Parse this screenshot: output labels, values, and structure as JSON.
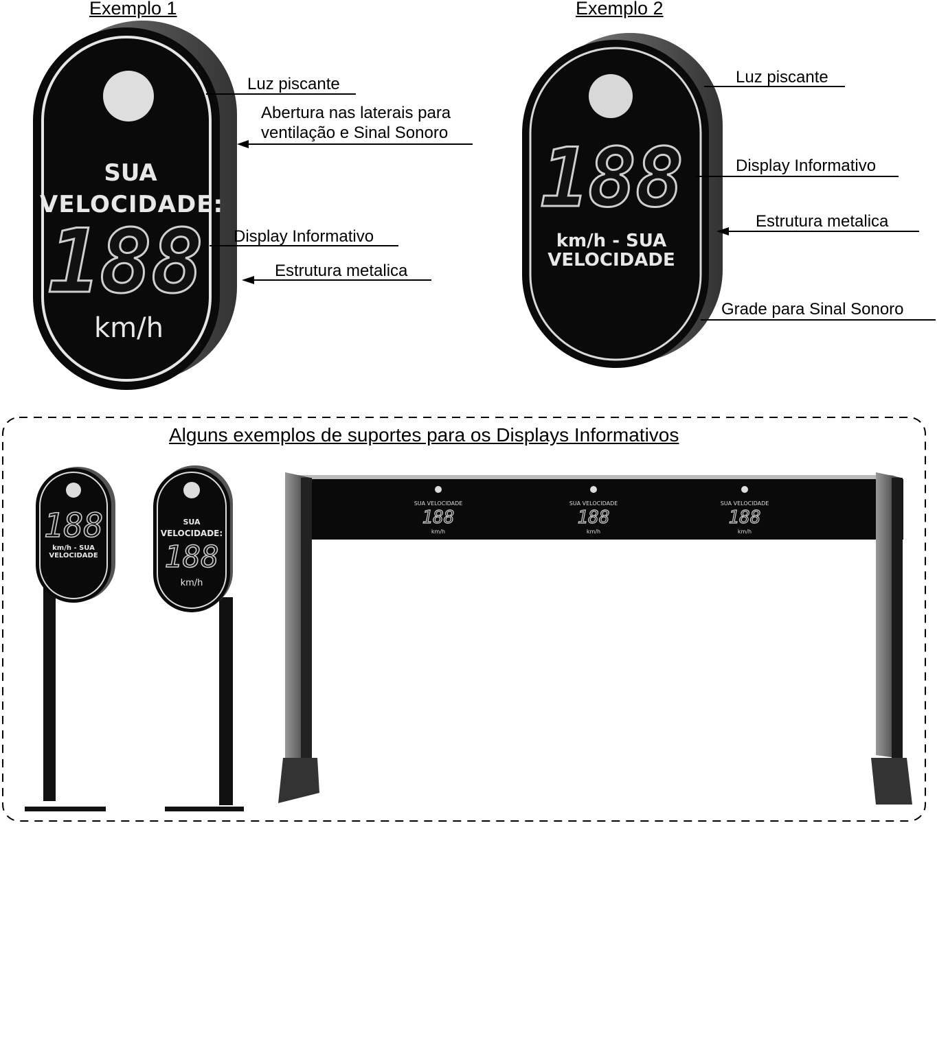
{
  "example1": {
    "title": "Exemplo 1",
    "sign_line1": "SUA",
    "sign_line2": "VELOCIDADE:",
    "digits": "188",
    "unit": "km/h",
    "labels": {
      "luz": "Luz piscante",
      "abertura_line1": "Abertura nas laterais para",
      "abertura_line2": "ventilação e Sinal Sonoro",
      "display": "Display Informativo",
      "estrutura": "Estrutura metalica"
    }
  },
  "example2": {
    "title": "Exemplo 2",
    "digits": "188",
    "sign_line1": "km/h - SUA",
    "sign_line2": "VELOCIDADE",
    "labels": {
      "luz": "Luz piscante",
      "display": "Display Informativo",
      "estrutura": "Estrutura metalica",
      "grade": "Grade para Sinal Sonoro"
    }
  },
  "supports": {
    "title": "Alguns exemplos de suportes para os Displays Informativos",
    "pole1": {
      "digits": "188",
      "text1": "km/h - SUA",
      "text2": "VELOCIDADE"
    },
    "pole2": {
      "text1": "SUA",
      "text2": "VELOCIDADE:",
      "digits": "188",
      "unit": "km/h"
    },
    "gantry": [
      {
        "label": "SUA VELOCIDADE",
        "digits": "188",
        "unit": "km/h"
      },
      {
        "label": "SUA VELOCIDADE",
        "digits": "188",
        "unit": "km/h"
      },
      {
        "label": "SUA VELOCIDADE",
        "digits": "188",
        "unit": "km/h"
      }
    ]
  }
}
